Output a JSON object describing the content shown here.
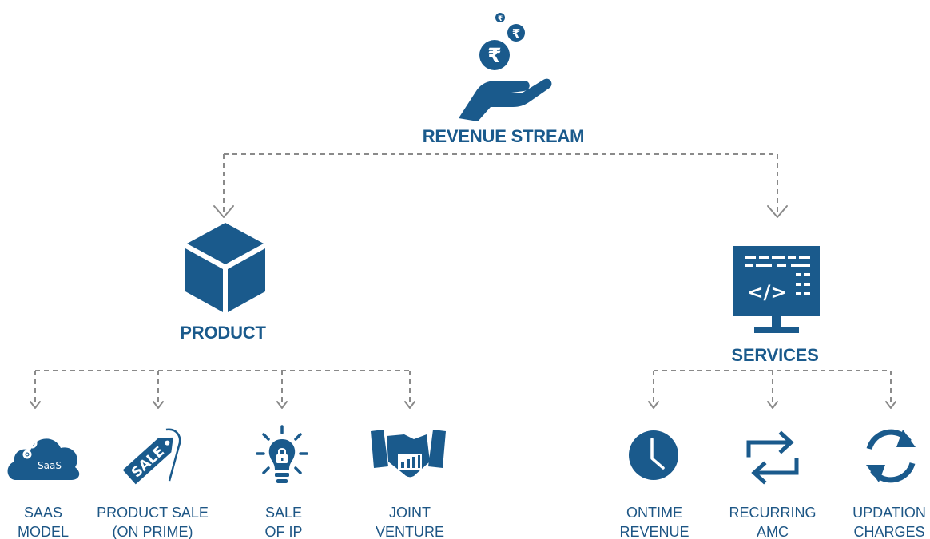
{
  "diagram": {
    "root": {
      "title": "REVENUE STREAM",
      "icon": "hand-holding-rupee-coins-icon",
      "coin_symbol": "₹"
    },
    "branches": [
      {
        "title": "PRODUCT",
        "icon": "box-icon",
        "children": [
          {
            "lines": [
              "SAAS",
              "MODEL"
            ],
            "icon": "saas-cloud-icon",
            "badge": "SaaS"
          },
          {
            "lines": [
              "PRODUCT SALE",
              "(ON PRIME)"
            ],
            "icon": "sale-tag-icon",
            "badge": "SALE"
          },
          {
            "lines": [
              "SALE",
              "OF IP"
            ],
            "icon": "lightbulb-lock-icon"
          },
          {
            "lines": [
              "JOINT",
              "VENTURE"
            ],
            "icon": "handshake-icon"
          }
        ]
      },
      {
        "title": "SERVICES",
        "icon": "monitor-code-icon",
        "code_glyph": "</>",
        "children": [
          {
            "lines": [
              "ONTIME",
              "REVENUE"
            ],
            "icon": "clock-icon"
          },
          {
            "lines": [
              "RECURRING",
              "AMC"
            ],
            "icon": "repeat-arrows-icon"
          },
          {
            "lines": [
              "UPDATION",
              "CHARGES"
            ],
            "icon": "refresh-cycle-icon"
          }
        ]
      }
    ]
  },
  "colors": {
    "primary": "#1a5a8c",
    "label": "#1d5685",
    "connector": "#8a8a8a",
    "background": "#ffffff"
  }
}
